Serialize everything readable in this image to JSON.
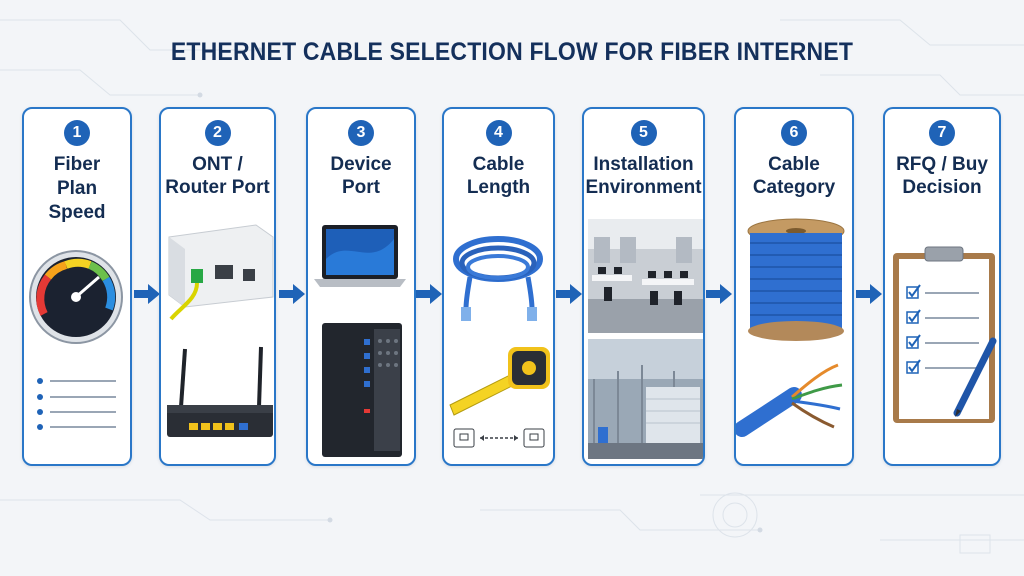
{
  "title": "ETHERNET CABLE SELECTION FLOW FOR FIBER INTERNET",
  "colors": {
    "accent": "#1f63b7",
    "border": "#2a77c8",
    "title": "#14305c",
    "cable": "#2f6fd0"
  },
  "steps": [
    {
      "number": "1",
      "label": "Fiber\nPlan\nSpeed",
      "icon": "speedometer-icon"
    },
    {
      "number": "2",
      "label": "ONT /\nRouter Port",
      "icon": "ont-router-icon"
    },
    {
      "number": "3",
      "label": "Device\nPort",
      "icon": "laptop-desktop-icon"
    },
    {
      "number": "4",
      "label": "Cable\nLength",
      "icon": "cable-tape-measure-icon"
    },
    {
      "number": "5",
      "label": "Installation\nEnvironment",
      "icon": "office-warehouse-photo"
    },
    {
      "number": "6",
      "label": "Cable\nCategory",
      "icon": "cable-spool-icon"
    },
    {
      "number": "7",
      "label": "RFQ / Buy\nDecision",
      "icon": "clipboard-checklist-icon"
    }
  ]
}
